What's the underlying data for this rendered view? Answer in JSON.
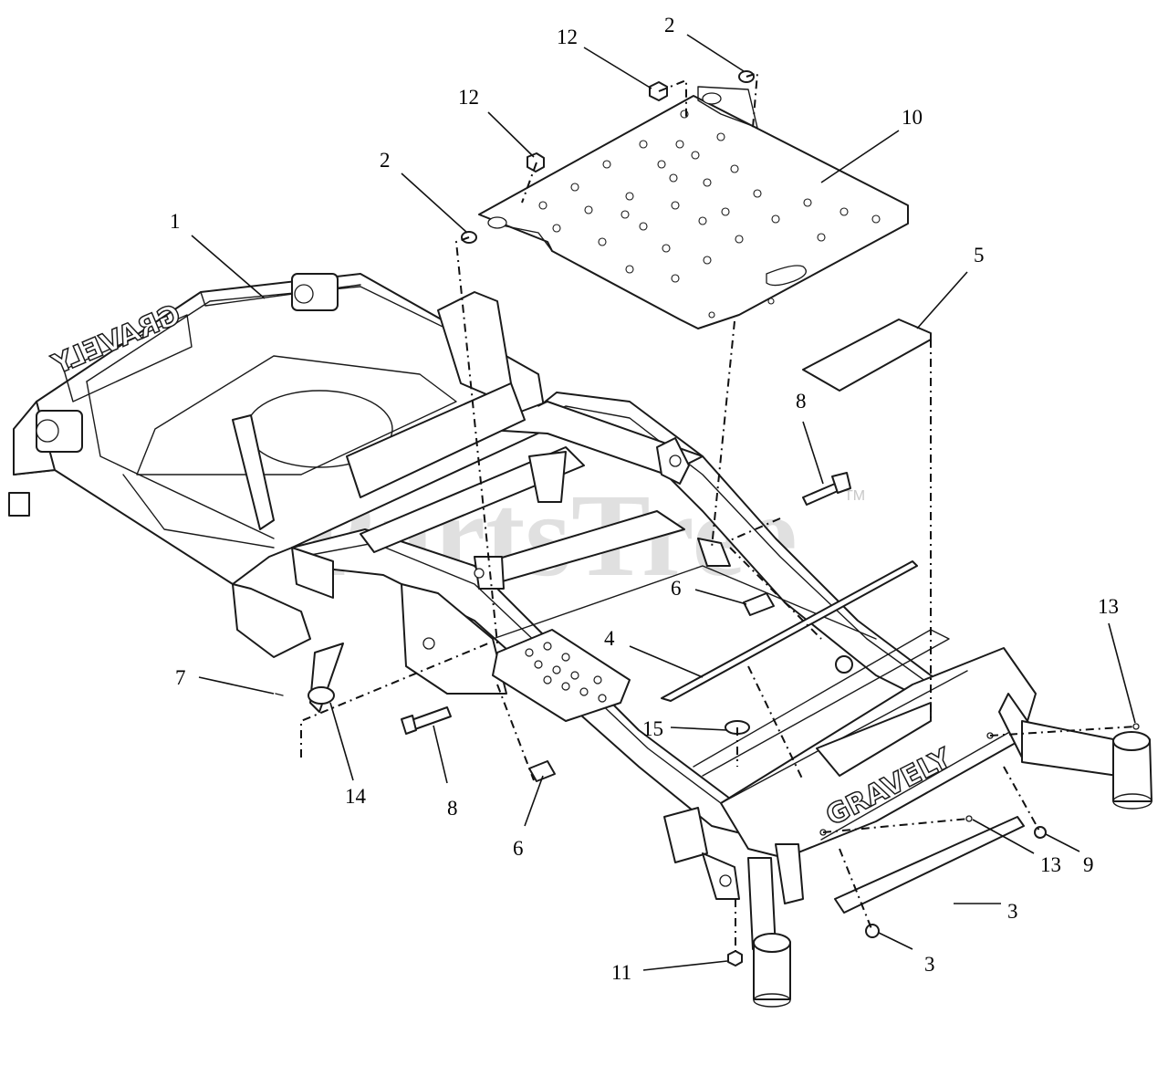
{
  "watermark": {
    "text": "PartsTree",
    "tm": "TM"
  },
  "brand_marks": {
    "front": "GRAVELY",
    "rear": "GRAVELY"
  },
  "callouts": [
    {
      "id": "c1",
      "label": "1"
    },
    {
      "id": "c2a",
      "label": "2"
    },
    {
      "id": "c2b",
      "label": "2"
    },
    {
      "id": "c3a",
      "label": "3"
    },
    {
      "id": "c3b",
      "label": "3"
    },
    {
      "id": "c4",
      "label": "4"
    },
    {
      "id": "c5",
      "label": "5"
    },
    {
      "id": "c6a",
      "label": "6"
    },
    {
      "id": "c6b",
      "label": "6"
    },
    {
      "id": "c7",
      "label": "7"
    },
    {
      "id": "c8a",
      "label": "8"
    },
    {
      "id": "c8b",
      "label": "8"
    },
    {
      "id": "c9",
      "label": "9"
    },
    {
      "id": "c10",
      "label": "10"
    },
    {
      "id": "c11",
      "label": "11"
    },
    {
      "id": "c12a",
      "label": "12"
    },
    {
      "id": "c12b",
      "label": "12"
    },
    {
      "id": "c13a",
      "label": "13"
    },
    {
      "id": "c13b",
      "label": "13"
    },
    {
      "id": "c14",
      "label": "14"
    },
    {
      "id": "c15",
      "label": "15"
    }
  ]
}
